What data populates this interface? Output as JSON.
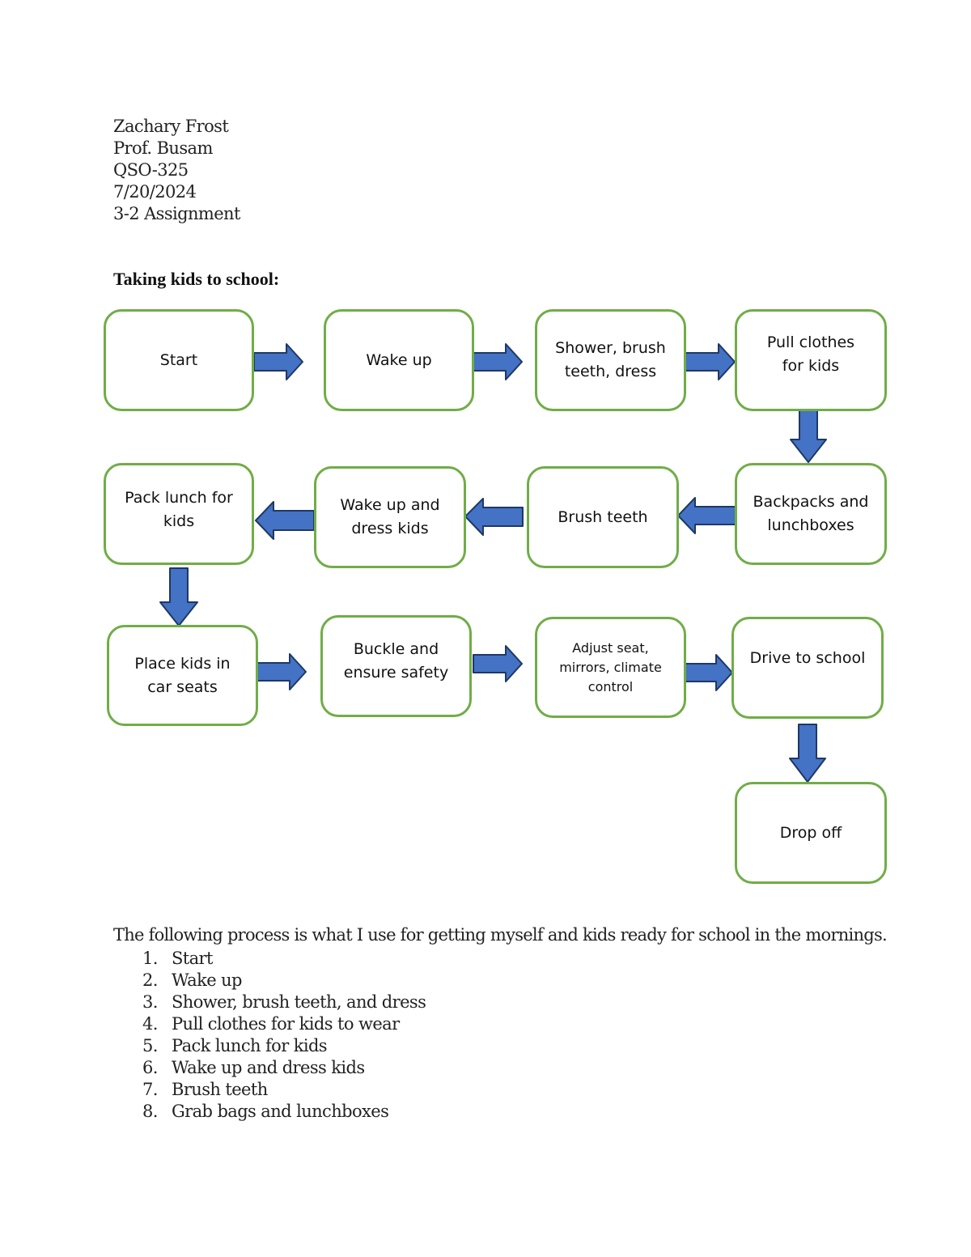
{
  "header": {
    "name": "Zachary Frost",
    "professor": "Prof. Busam",
    "course": "QSO-325",
    "date": "7/20/2024",
    "assignment": "3-2 Assignment"
  },
  "section_title": "Taking kids to school:",
  "flowchart": {
    "box_border_color": "#70ad47",
    "arrow_color": "#4472c4",
    "nodes": [
      {
        "id": "start",
        "lines": [
          "Start"
        ]
      },
      {
        "id": "wake-up",
        "lines": [
          "Wake up"
        ]
      },
      {
        "id": "shower",
        "lines": [
          "Shower, brush",
          "teeth, dress"
        ]
      },
      {
        "id": "pull-clothes",
        "lines": [
          "Pull clothes",
          "for kids"
        ]
      },
      {
        "id": "backpacks",
        "lines": [
          "Backpacks and",
          "lunchboxes"
        ]
      },
      {
        "id": "brush-teeth",
        "lines": [
          "Brush teeth"
        ]
      },
      {
        "id": "wake-dress-kids",
        "lines": [
          "Wake up and",
          "dress kids"
        ]
      },
      {
        "id": "pack-lunch",
        "lines": [
          "Pack lunch for",
          "kids"
        ]
      },
      {
        "id": "place-kids",
        "lines": [
          "Place kids in",
          "car seats"
        ]
      },
      {
        "id": "buckle",
        "lines": [
          "Buckle and",
          "ensure safety"
        ]
      },
      {
        "id": "adjust-seat",
        "lines": [
          "Adjust seat,",
          "mirrors, climate",
          "control"
        ]
      },
      {
        "id": "drive",
        "lines": [
          "Drive to school"
        ]
      },
      {
        "id": "drop-off",
        "lines": [
          "Drop off"
        ]
      }
    ]
  },
  "intro": "The following process is what I use for getting myself and kids ready for school in the mornings.",
  "steps": [
    {
      "num": "1.",
      "text": "Start"
    },
    {
      "num": "2.",
      "text": "Wake up"
    },
    {
      "num": "3.",
      "text": "Shower, brush teeth, and dress"
    },
    {
      "num": "4.",
      "text": "Pull clothes for kids to wear"
    },
    {
      "num": "5.",
      "text": "Pack lunch for kids"
    },
    {
      "num": "6.",
      "text": "Wake up and dress kids"
    },
    {
      "num": "7.",
      "text": "Brush teeth"
    },
    {
      "num": "8.",
      "text": "Grab bags and lunchboxes"
    }
  ]
}
